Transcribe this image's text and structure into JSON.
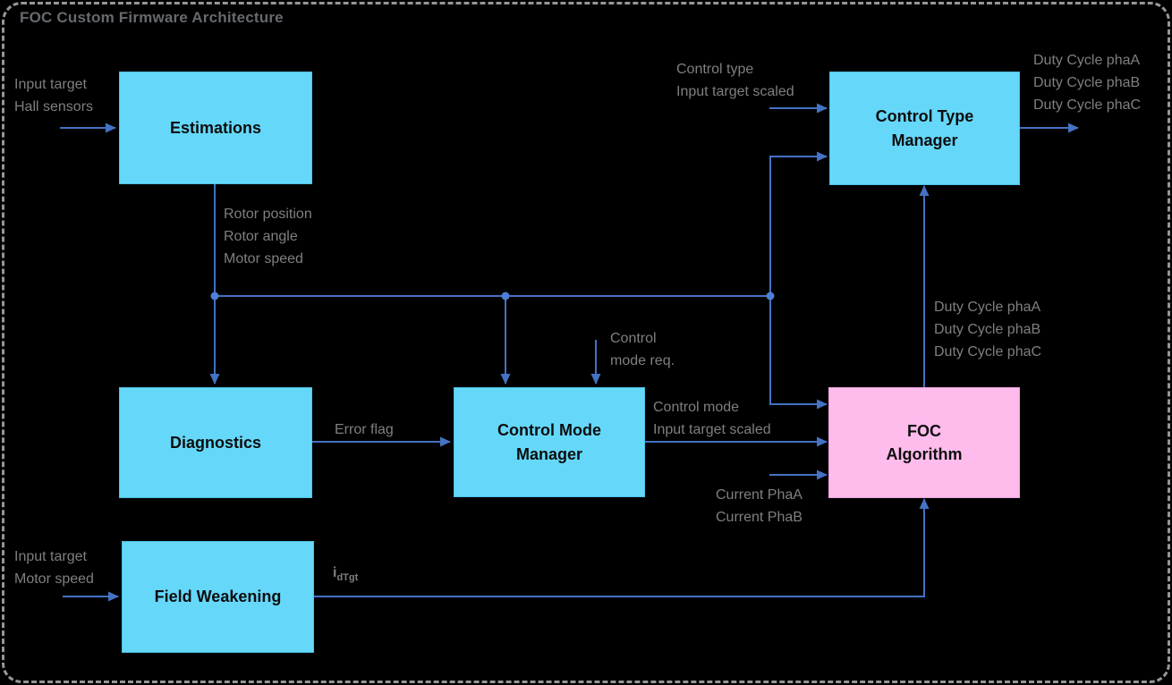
{
  "title": "FOC Custom Firmware Architecture",
  "colors": {
    "background": "#000000",
    "frame_dash": "#969696",
    "block_cyan": "#65d8fa",
    "block_pink": "#febcec",
    "connector_blue": "#4472c4",
    "junction_dot": "#4e7fd8",
    "label_gray": "#7f7f7f",
    "title_gray": "#666a6e",
    "block_text": "#0d0d0d"
  },
  "blocks": {
    "estimations": {
      "label": "Estimations"
    },
    "control_type_manager": {
      "label": "Control Type\nManager"
    },
    "diagnostics": {
      "label": "Diagnostics"
    },
    "control_mode_manager": {
      "label": "Control Mode\nManager"
    },
    "foc_algorithm": {
      "label": "FOC\nAlgorithm"
    },
    "field_weakening": {
      "label": "Field Weakening"
    }
  },
  "labels": {
    "estimations_inputs": "Input target\nHall sensors",
    "estimations_outputs": "Rotor position\nRotor angle\nMotor speed",
    "control_type_inputs": "Control type\nInput target scaled",
    "duty_cycle_outputs": "Duty Cycle phaA\nDuty Cycle phaB\nDuty Cycle phaC",
    "duty_cycle_foc_to_ctm": "Duty Cycle phaA\nDuty Cycle phaB\nDuty Cycle phaC",
    "control_mode_request": "Control\nmode req.",
    "error_flag": "Error flag",
    "control_mode_outputs": "Control mode\nInput target scaled",
    "current_inputs": "Current PhaA\nCurrent PhaB",
    "field_weakening_inputs": "Input target\nMotor speed",
    "idtgt_base": "i",
    "idtgt_sub": "dTgt"
  }
}
